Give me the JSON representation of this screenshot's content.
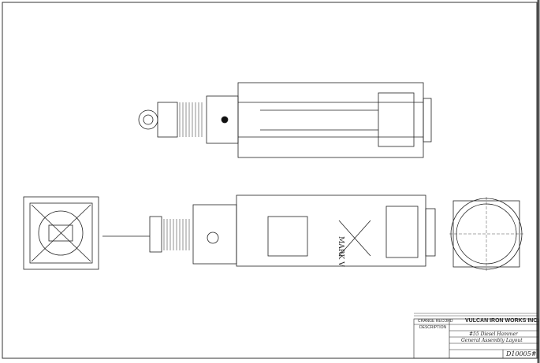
{
  "title_block": {
    "company": "VULCAN IRON WORKS INC.",
    "change_record": "CHANGE RECORD",
    "description": "DESCRIPTION",
    "product": "#55 Diesel Hammer",
    "drawing_title": "General Assembly Layout",
    "drawing_number": "D10005#"
  },
  "side_view": {
    "marking": "MARK V"
  }
}
